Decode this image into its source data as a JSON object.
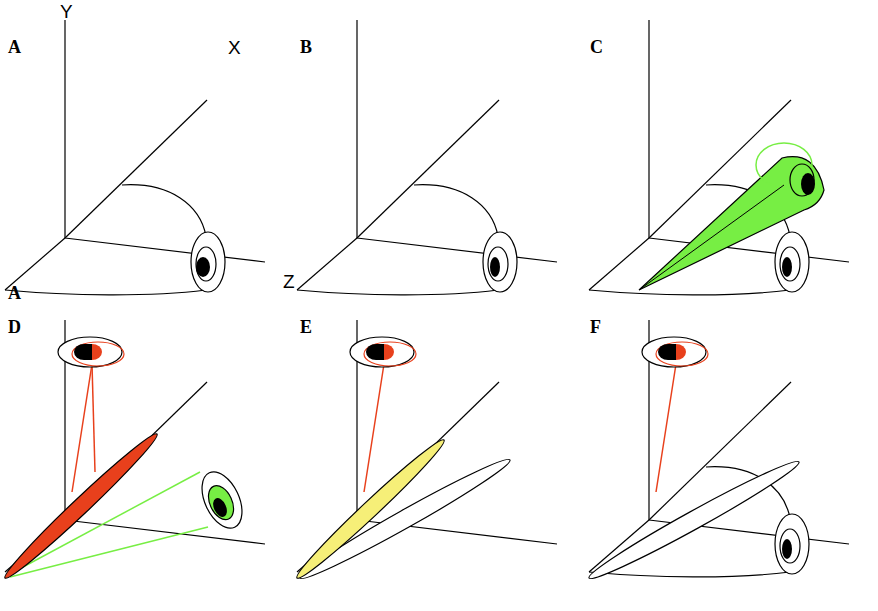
{
  "diagram": {
    "labels": [
      "A",
      "Y",
      "X",
      "Z",
      "A",
      "B",
      "C",
      "D",
      "E",
      "F"
    ]
  }
}
